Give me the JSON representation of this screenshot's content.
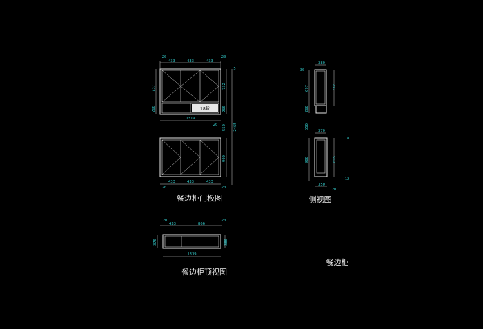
{
  "drawing": {
    "title": "餐边柜",
    "front": {
      "caption": "餐边柜门板图",
      "upper_top_dims": [
        "20",
        "433",
        "433",
        "433",
        "20"
      ],
      "upper_left_dims": [
        "737",
        "260"
      ],
      "upper_right_dims": [
        "5",
        "732",
        "260"
      ],
      "upper_bottom_dim": "1319",
      "drawer_label": "18背",
      "gap_dims": [
        "20",
        "550"
      ],
      "overall_height": "2465",
      "lower_right_dim": "900",
      "lower_bottom_dims": [
        "20",
        "433",
        "433",
        "433",
        "20"
      ]
    },
    "side": {
      "caption": "侧视图",
      "upper_top_dim": "380",
      "upper_left_dims": [
        "30",
        "697",
        "260"
      ],
      "upper_right_dim": "732",
      "gap_dim": "550",
      "lower_top_dim": "370",
      "lower_left_dim": "900",
      "lower_right_dims": [
        "18",
        "895",
        "12"
      ],
      "lower_bottom_dims": [
        "350",
        "20"
      ]
    },
    "top": {
      "caption": "餐边柜顶视图",
      "top_dims": [
        "20",
        "433",
        "866",
        "20"
      ],
      "left_dim": "370",
      "right_dim": "380",
      "bottom_dim": "1339"
    }
  }
}
